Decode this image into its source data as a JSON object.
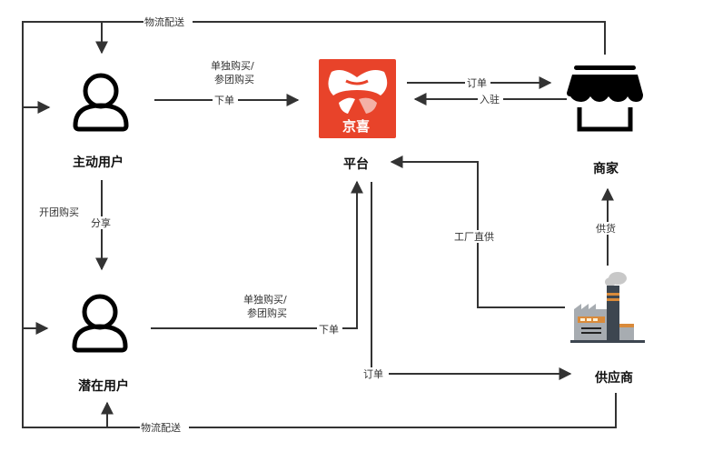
{
  "nodes": {
    "active_user": {
      "label": "主动用户",
      "icon": "user-icon"
    },
    "potential_user": {
      "label": "潜在用户",
      "icon": "user-icon"
    },
    "platform": {
      "label": "平台",
      "icon": "jingxi-logo",
      "logo_text": "京喜"
    },
    "merchant": {
      "label": "商家",
      "icon": "storefront-icon"
    },
    "supplier": {
      "label": "供应商",
      "icon": "factory-icon"
    }
  },
  "edges": {
    "top_logistics": "物流配送",
    "bottom_logistics": "物流配送",
    "active_buy_line1": "单独购买/",
    "active_buy_line2": "参团购买",
    "active_order": "下单",
    "potential_buy_line1": "单独购买/",
    "potential_buy_line2": "参团购买",
    "potential_order": "下单",
    "open_group": "开团购买",
    "share": "分享",
    "platform_order": "订单",
    "merchant_settle": "入驻",
    "factory_direct": "工厂直供",
    "supply": "供货",
    "supplier_order": "订单"
  },
  "colors": {
    "line": "#333333",
    "logo_red": "#e8432a",
    "factory_dark": "#3d4650",
    "factory_orange": "#d98a3a",
    "factory_gray": "#a7acb1"
  }
}
